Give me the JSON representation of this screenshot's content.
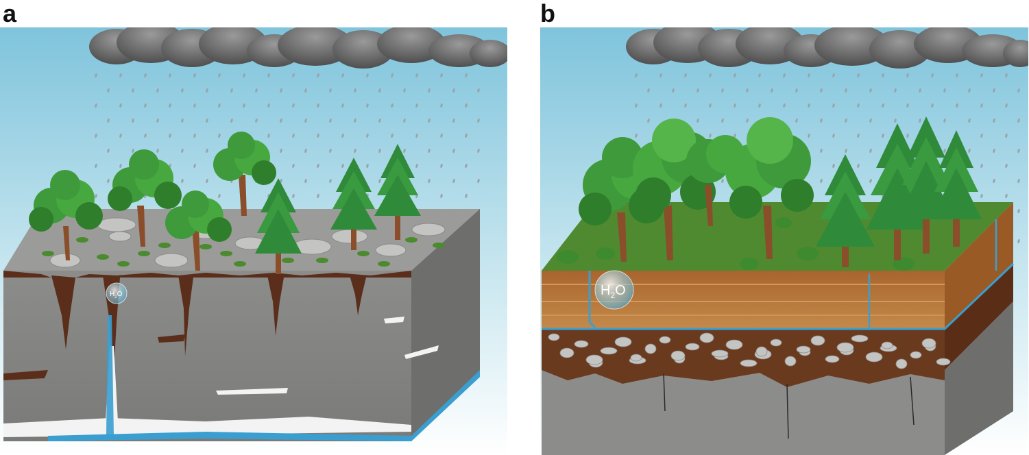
{
  "panels": [
    {
      "letter": "a",
      "bubble_main": "H",
      "bubble_sub": "2",
      "bubble_end": "O"
    },
    {
      "letter": "b",
      "bubble_main": "H",
      "bubble_sub": "2",
      "bubble_end": "O"
    }
  ],
  "colors": {
    "sky_top": "#7fc4dc",
    "sky_bottom": "#e6f3f6",
    "cloud": "#6b6b6b",
    "rock": "#8a8a88",
    "rock_dark": "#6d6d6b",
    "grass": "#4b8a2e",
    "soil": "#b47a3e",
    "dark_soil": "#5a2e1a",
    "water": "#3a9fd0",
    "tree_leaf": "#3e9a3a",
    "pine": "#2f8a3a",
    "trunk": "#8a4f2a"
  }
}
